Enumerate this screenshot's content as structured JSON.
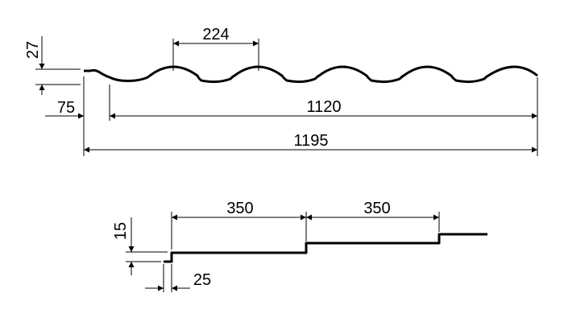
{
  "profile_top": {
    "wave_pitch": "224",
    "wave_height": "27",
    "edge_offset": "75",
    "effective_width": "1120",
    "total_width": "1195"
  },
  "profile_side": {
    "step_length_1": "350",
    "step_length_2": "350",
    "step_height": "15",
    "edge_offset": "25"
  }
}
